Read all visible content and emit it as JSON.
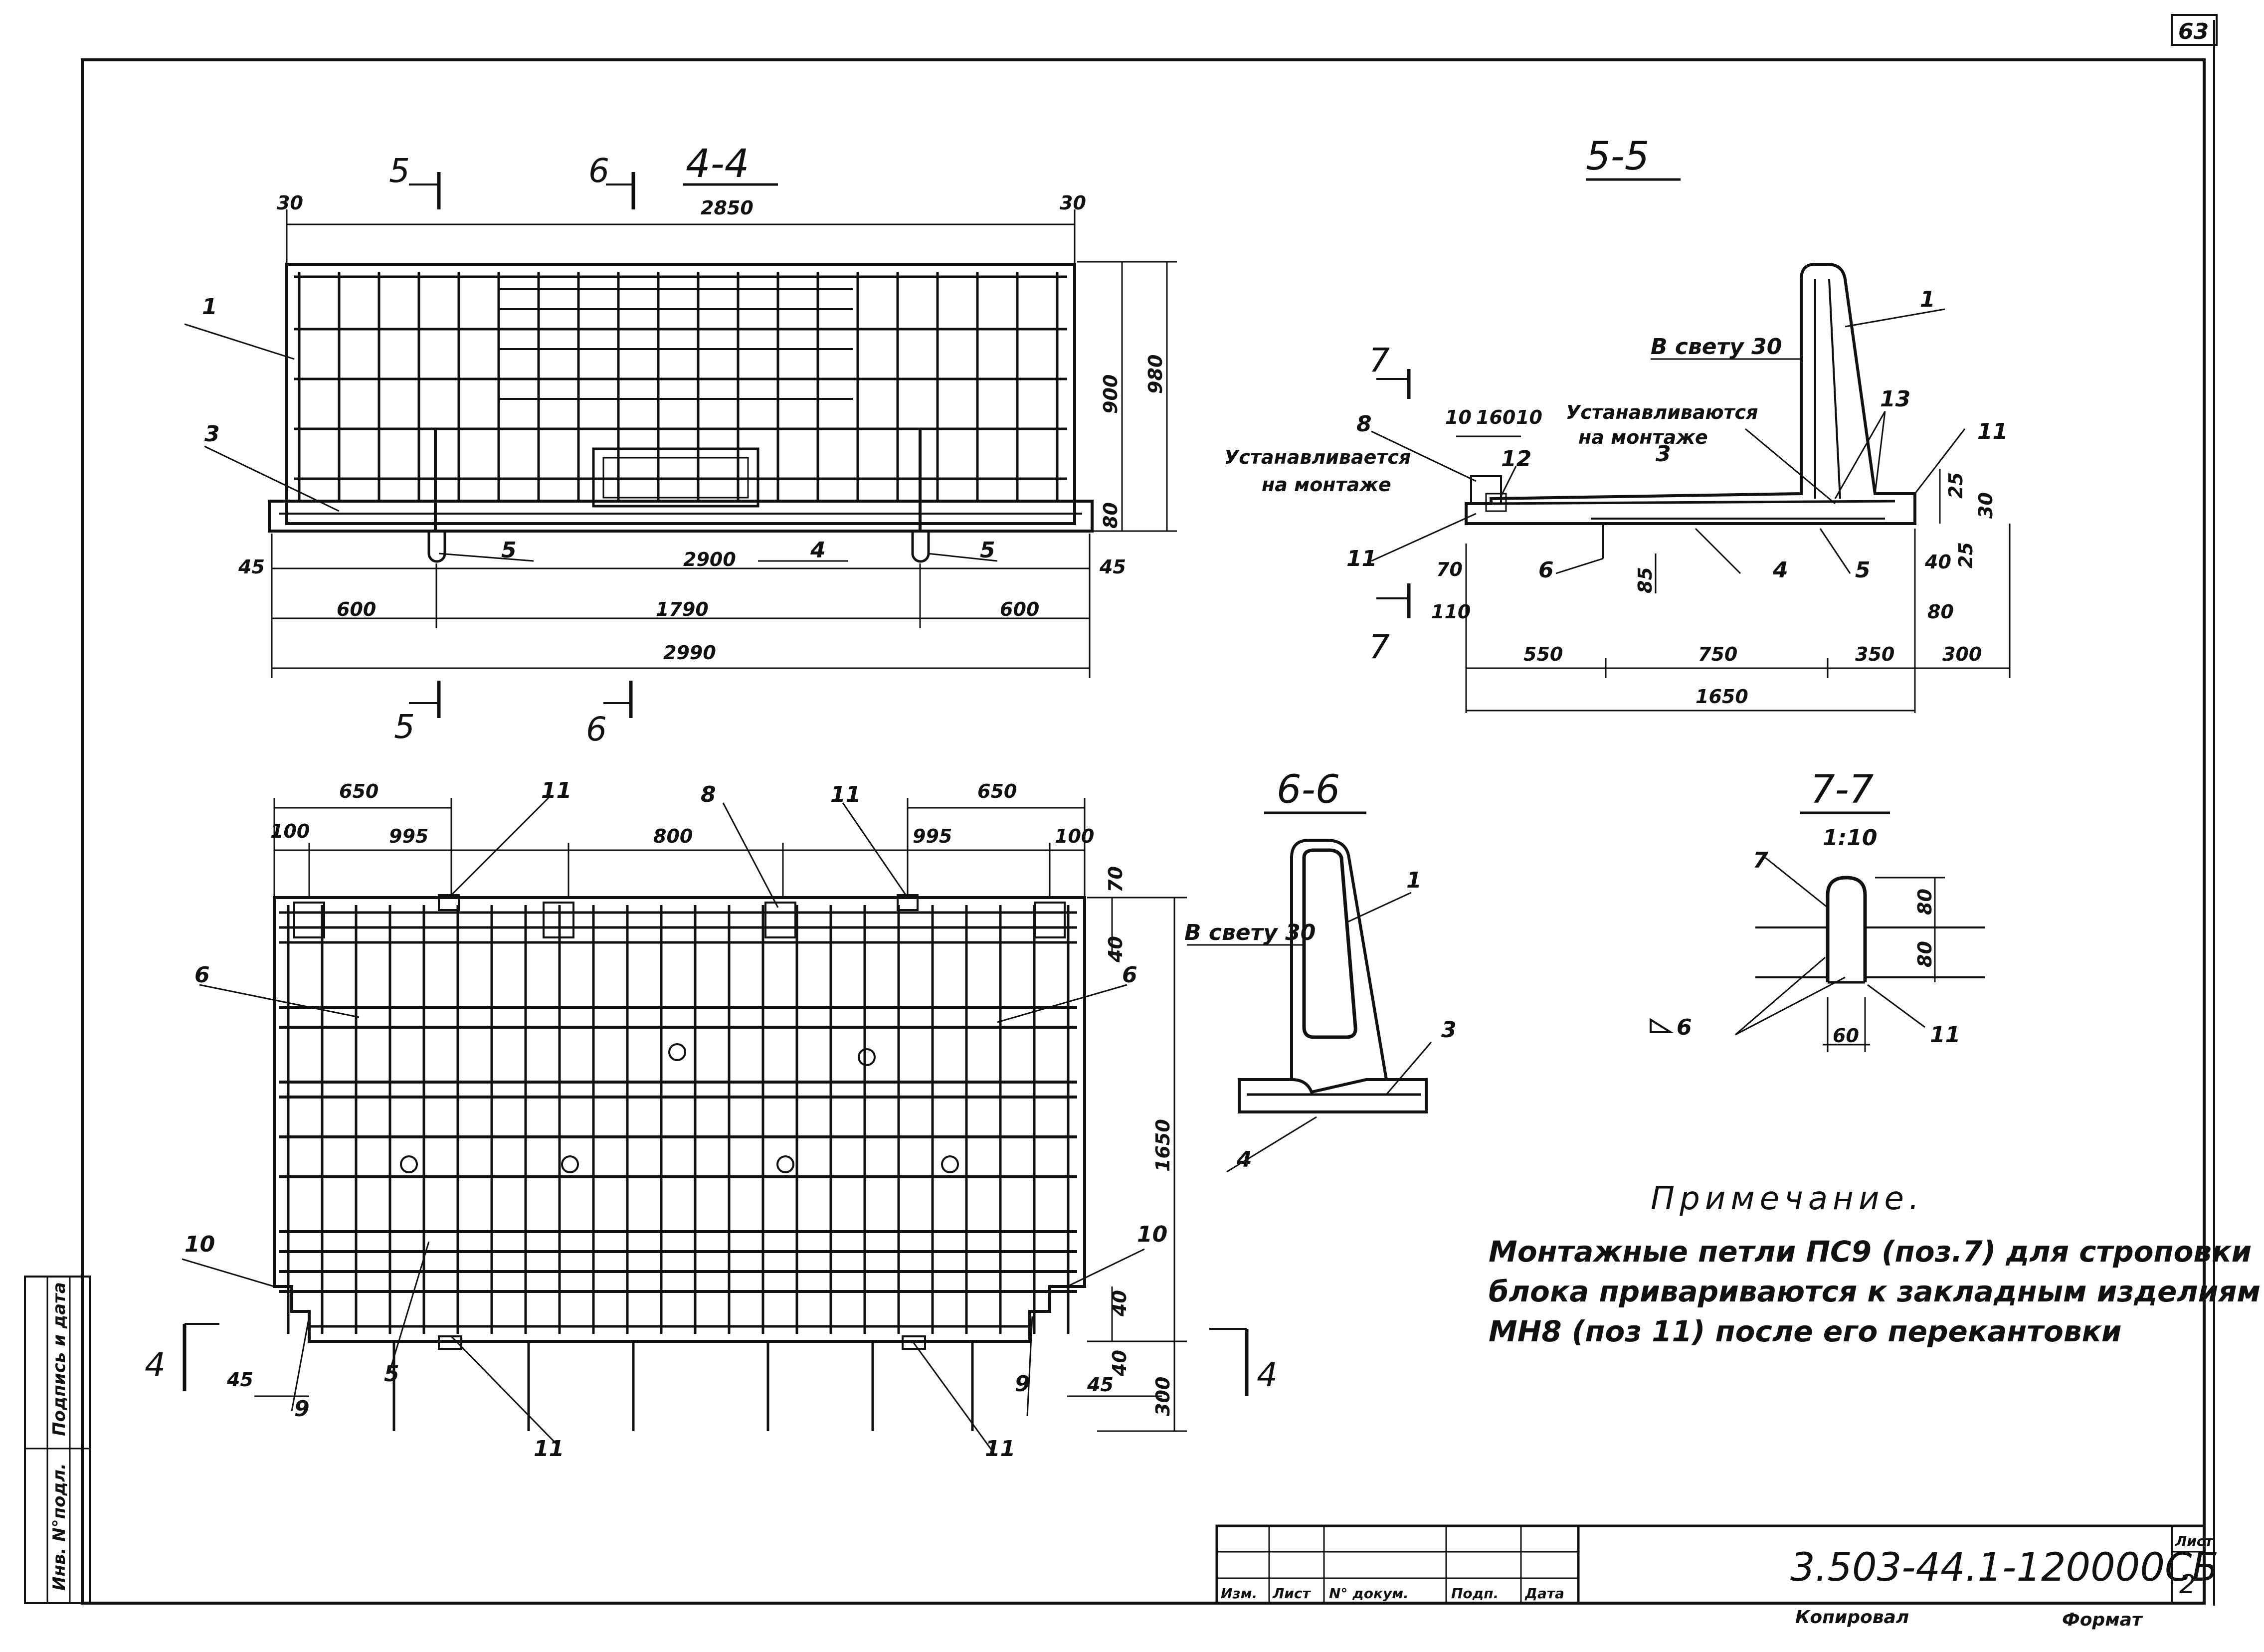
{
  "sheet": {
    "page_number": "63",
    "doc_code": "3.503-44.1-120000СБ",
    "sheet_label": "Лист",
    "sheet_no": "2",
    "copied_label": "Копировал",
    "format_label": "Формат",
    "stamp_cols": [
      "Изм.",
      "Лист",
      "N° докум.",
      "Подп.",
      "Дата"
    ],
    "side_labels": [
      "Инв. N°подл.",
      "Подпись и дата"
    ]
  },
  "section_4_4": {
    "title": "4-4",
    "cut5": "5",
    "cut6": "6",
    "dims_top": [
      "30",
      "2850",
      "30"
    ],
    "dims_right": [
      "900",
      "980",
      "80"
    ],
    "dims_bottom": [
      "45",
      "2900",
      "45",
      "600",
      "1790",
      "600",
      "2990"
    ],
    "callouts": [
      "1",
      "3",
      "5",
      "4",
      "5"
    ]
  },
  "section_5_5": {
    "title": "5-5",
    "cut7": "7",
    "clear_text": "В свету 30",
    "installed_1": "Устанавливается",
    "installed_1b": "на монтаже",
    "installed_2": "Устанавливаются",
    "installed_2b": "на монтаже",
    "dims_top": [
      "10",
      "160",
      "10"
    ],
    "dims_misc": [
      "70",
      "110",
      "85",
      "25",
      "30",
      "40",
      "25",
      "80"
    ],
    "dims_bottom": [
      "550",
      "750",
      "350",
      "300",
      "1650"
    ],
    "callouts": [
      "8",
      "12",
      "3",
      "13",
      "1",
      "11",
      "11",
      "6",
      "4",
      "5"
    ]
  },
  "plan": {
    "dims_top": [
      "650",
      "650",
      "100",
      "995",
      "800",
      "995",
      "100"
    ],
    "dims_right": [
      "70",
      "40",
      "1650",
      "40",
      "40",
      "300"
    ],
    "dims_bottom": [
      "45",
      "45"
    ],
    "callouts": [
      "11",
      "8",
      "11",
      "6",
      "6",
      "10",
      "10",
      "5",
      "9",
      "11",
      "9",
      "11"
    ],
    "cut4": "4"
  },
  "section_6_6": {
    "title": "6-6",
    "clear_text": "В свету 30",
    "callouts": [
      "1",
      "3",
      "4"
    ]
  },
  "section_7_7": {
    "title": "7-7",
    "scale": "1:10",
    "dims": [
      "80",
      "80",
      "60"
    ],
    "weld": "6",
    "callouts": [
      "7",
      "11"
    ]
  },
  "note": {
    "title": "Примечание.",
    "lines": [
      "Монтажные петли ПС9 (поз.7) для строповки",
      "блока привариваются к закладным изделиям",
      "МН8 (поз 11) после его перекантовки"
    ]
  }
}
